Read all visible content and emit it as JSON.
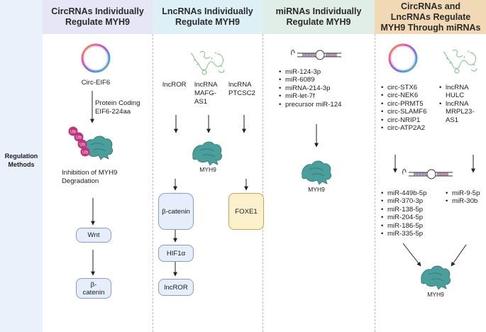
{
  "left": {
    "label": "Regulation Methods"
  },
  "colors": {
    "circ_header": "#e7e6f6",
    "lnc_header": "#ddf0f6",
    "mi_header": "#e1ede7",
    "both_header": "#f2d9b5",
    "protein": "#4a9e9c",
    "ub": "#c0347e"
  },
  "col1": {
    "header": "CircRNAs Individually Regulate MYH9",
    "circ_label": "Circ-EIF6",
    "arrow_label_line1": "Protein Coding",
    "arrow_label_line2": "EIF6-224aa",
    "ub_label": "Ub",
    "inhibition_line1": "Inhibition of MYH9",
    "inhibition_line2": "Degradation",
    "wnt": "Wnt",
    "beta1": "β-",
    "beta2": "catenin"
  },
  "col2": {
    "header": "LncRNAs Individually Regulate MYH9",
    "lncror": "lncROR",
    "mafg1": "lncRNA",
    "mafg2": "MAFG-",
    "mafg3": "AS1",
    "ptcsc1": "lncRNA",
    "ptcsc2": "PTCSC2",
    "myh9": "MYH9",
    "beta_catenin": "β-catenin",
    "foxe1": "FOXE1",
    "hif1a": "HIF1α",
    "lncror2": "lncROR"
  },
  "col3": {
    "header": "miRNAs Individually Regulate MYH9",
    "mirnas": [
      "miR-124-3p",
      "miR-6089",
      "miRNA-214-3p",
      "miR-let-7f",
      "precursor miR-124"
    ],
    "myh9": "MYH9"
  },
  "col4": {
    "header": "CircRNAs and LncRNAs Regulate MYH9 Through miRNAs",
    "circs": [
      "circ-STX6",
      "circ-NEK6",
      "circ-PRMT5",
      "circ-SLAMF6",
      "circ-NRIP1",
      "circ-ATP2A2"
    ],
    "lnc1_l1": "lncRNA",
    "lnc1_l2": "HULC",
    "lnc2_l1": "lncRNA",
    "lnc2_l2": "MRPL23-",
    "lnc2_l3": "AS1",
    "mirs_left": [
      "miR-449b-5p",
      "miR-370-3p",
      "miR-138-5p",
      "miR-204-5p",
      "miR-186-5p",
      "miR-335-5p"
    ],
    "mirs_right": [
      "miR-9-5p",
      "miR-30b"
    ],
    "myh9": "MYH9"
  }
}
